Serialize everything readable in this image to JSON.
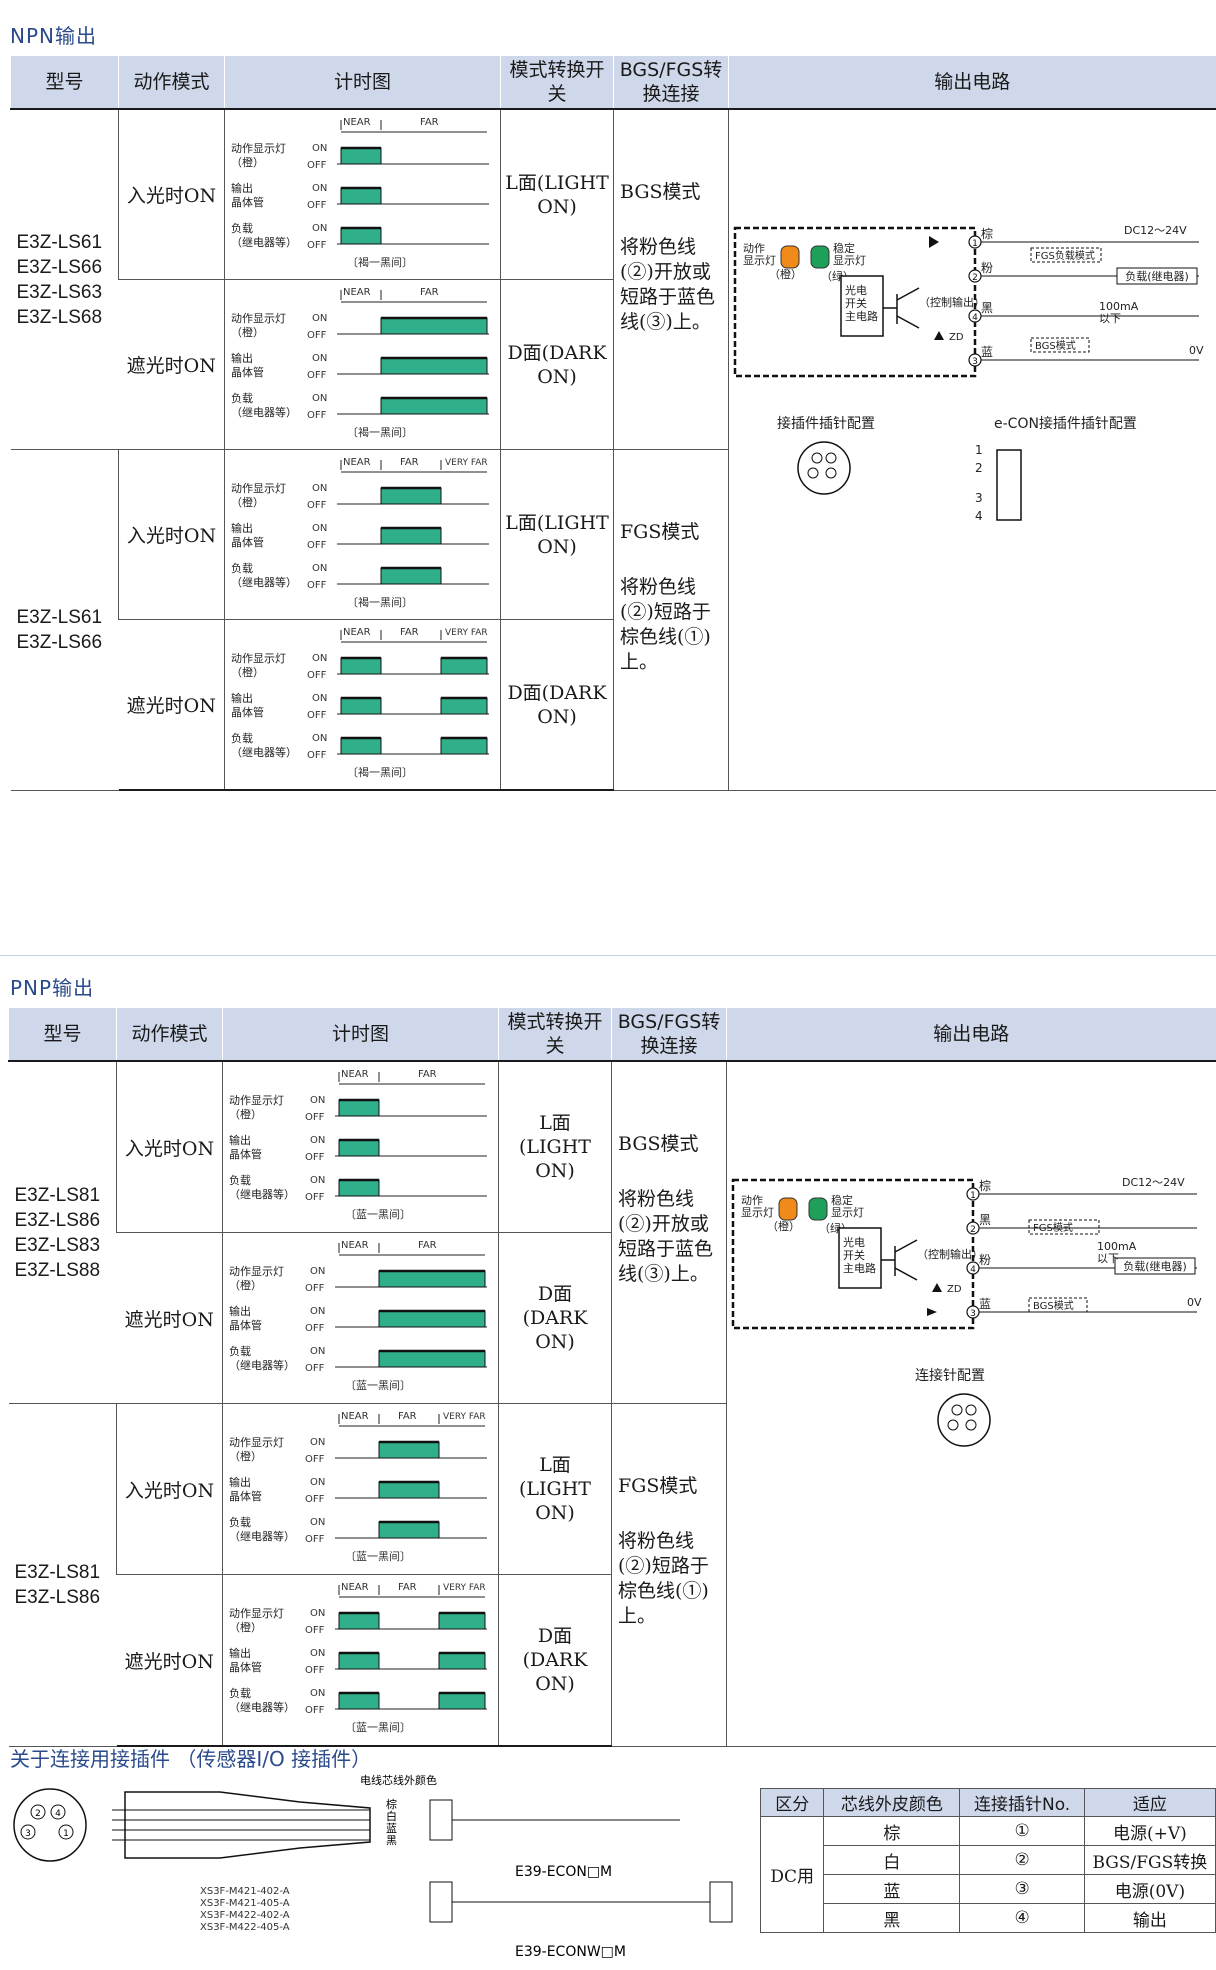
{
  "npn": {
    "title": "NPN输出",
    "headers": {
      "model": "型号",
      "mode": "动作模式",
      "timing": "计时图",
      "switch": "模式转换开关",
      "bgsfgs": "BGS/FGS转换连接",
      "circuit": "输出电路"
    },
    "groups": [
      {
        "models": [
          "E3Z-LS61",
          "E3Z-LS66",
          "E3Z-LS63",
          "E3Z-LS68"
        ],
        "mode_text": "BGS模式",
        "mode_desc": "将粉色线(②)开放或短路于蓝色线(③)上。",
        "rows": [
          {
            "mode": "入光时ON",
            "switch": "L面(LIGHT ON)",
            "range": "NEAR FAR",
            "footer": "〔褐一黑间〕"
          },
          {
            "mode": "遮光时ON",
            "switch": "D面(DARK ON)",
            "range": "NEAR FAR",
            "footer": "〔褐一黑间〕"
          }
        ]
      },
      {
        "models": [
          "E3Z-LS61",
          "E3Z-LS66"
        ],
        "mode_text": "FGS模式",
        "mode_desc": "将粉色线(②)短路于棕色线(①)上。",
        "rows": [
          {
            "mode": "入光时ON",
            "switch": "L面(LIGHT ON)",
            "range": "NEAR FAR VERY FAR",
            "footer": "〔褐一黑间〕"
          },
          {
            "mode": "遮光时ON",
            "switch": "D面(DARK ON)",
            "range": "NEAR FAR VERY FAR",
            "footer": "〔褐一黑间〕"
          }
        ]
      }
    ],
    "circuit": {
      "indicator": "动作显示灯（橙）",
      "stable": "稳定显示灯（绿）",
      "main": "光电开关主电路",
      "ctrl": "（控制输出）",
      "brown": "棕",
      "pink": "粉",
      "black": "黑",
      "blue": "蓝",
      "dc": "DC12～24V",
      "zero": "0V",
      "fgsload": "FGS负载模式",
      "load": "负载(继电器)",
      "current": "100mA以下",
      "bgsmode": "BGS模式",
      "zd": "ZD",
      "conn1": "接插件插针配置",
      "conn2": "e-CON接插件插针配置"
    }
  },
  "pnp": {
    "title": "PNP输出",
    "groups": [
      {
        "models": [
          "E3Z-LS81",
          "E3Z-LS86",
          "E3Z-LS83",
          "E3Z-LS88"
        ],
        "mode_text": "BGS模式",
        "mode_desc": "将粉色线(②)开放或短路于蓝色线(③)上。",
        "rows": [
          {
            "mode": "入光时ON",
            "switch": "L面(LIGHT ON)",
            "range": "NEAR FAR",
            "footer": "〔蓝一黑间〕"
          },
          {
            "mode": "遮光时ON",
            "switch": "D面(DARK ON)",
            "range": "NEAR FAR",
            "footer": "〔蓝一黑间〕"
          }
        ]
      },
      {
        "models": [
          "E3Z-LS81",
          "E3Z-LS86"
        ],
        "mode_text": "FGS模式",
        "mode_desc": "将粉色线(②)短路于棕色线(①)上。",
        "rows": [
          {
            "mode": "入光时ON",
            "switch": "L面(LIGHT ON)",
            "range": "NEAR FAR VERY FAR",
            "footer": "〔蓝一黑间〕"
          },
          {
            "mode": "遮光时ON",
            "switch": "D面(DARK ON)",
            "range": "NEAR FAR VERY FAR",
            "footer": "〔蓝一黑间〕"
          }
        ]
      }
    ],
    "circuit": {
      "conn": "连接针配置",
      "fgsmode": "FGS模式"
    }
  },
  "timing_labels": {
    "indicator": "动作显示灯（橙）",
    "output": "输出晶体管",
    "load": "负载（继电器等）",
    "on": "ON",
    "off": "OFF",
    "near": "NEAR",
    "far": "FAR",
    "veryfar": "VERY FAR"
  },
  "accessory": {
    "title": "关于连接用接插件 （传感器I/O 接插件）",
    "cable_label": "电线芯线外颜色",
    "colors": [
      "棕",
      "白",
      "蓝",
      "黑"
    ],
    "parts": [
      "XS3F-M421-402-A",
      "XS3F-M421-405-A",
      "XS3F-M422-402-A",
      "XS3F-M422-405-A"
    ],
    "e39a": "E39-ECON□M",
    "e39b": "E39-ECONW□M",
    "table": {
      "headers": [
        "区分",
        "芯线外皮颜色",
        "连接插针No.",
        "适应"
      ],
      "group": "DC用",
      "rows": [
        [
          "棕",
          "①",
          "电源(+V)"
        ],
        [
          "白",
          "②",
          "BGS/FGS转换"
        ],
        [
          "蓝",
          "③",
          "电源(0V)"
        ],
        [
          "黑",
          "④",
          "输出"
        ]
      ]
    }
  }
}
